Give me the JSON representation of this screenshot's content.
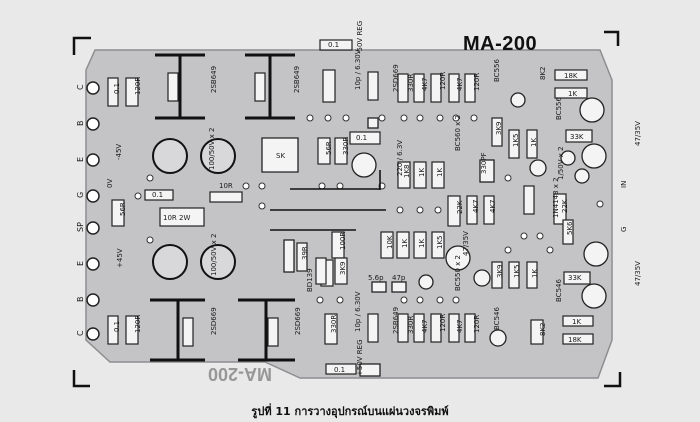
{
  "title": "MA-200",
  "caption": "รูปที่ 11 การวางอุปกรณ์บนแผ่นวงจรพิมพ์",
  "mirror_text": "MA-200",
  "terminals": [
    {
      "label": "C"
    },
    {
      "label": "B"
    },
    {
      "label": "E"
    },
    {
      "label": "G"
    },
    {
      "label": "SP"
    },
    {
      "label": "E"
    },
    {
      "label": "B"
    },
    {
      "label": "C"
    }
  ],
  "supply": {
    "neg": "-45V",
    "pos": "+45V",
    "zero": "0V"
  },
  "parts": {
    "r120_top": "120R",
    "r120_bot": "120R",
    "c01_a": "0.1",
    "c01_b": "0.1",
    "c01_c": "0.1",
    "c01_d": "0.1",
    "c01_e": "0.1",
    "c01_f": "0.1",
    "q_top_a": "2SB649",
    "q_top_b": "2SB649",
    "q_bot_a": "2SD669",
    "q_bot_b": "2SD669",
    "cap_top": "100/50V x 2",
    "cap_bot": "100/50V x 2",
    "r56": "56R",
    "r10": "10R",
    "r10_2w": "10R 2W",
    "r39": "39R",
    "r3k9": "3K9",
    "reg_top": "-50V REG",
    "reg_bot": "+50V REG",
    "q_2sd669": "2SD669",
    "q_2sb649": "2SB649",
    "c10p_top": "10p / 6.30V",
    "c10p_bot": "10p / 6.30V",
    "r330r_top": "330R",
    "r330r_bot": "330R",
    "r4k7": "4K7",
    "r120": "120R",
    "r1k": "1K",
    "r1k5": "1K5",
    "r3k3": "3K3",
    "r8k2": "8K2",
    "r18k": "18K",
    "r33k": "33K",
    "q_bc560": "BC560 x 2",
    "q_bc550": "BC550 x 2",
    "q_bc556": "BC556",
    "q_bc546": "BC546",
    "r56r": "56R",
    "r330": "330R",
    "cap220": "220 / 6.3V",
    "r1k8": "1K8",
    "r100r": "100R",
    "r10k": "10K",
    "c330p": "330PF",
    "c5p6": "5.6p",
    "c47p": "47p",
    "c47_35": "47/35V",
    "c1_50": "1/50V x 2",
    "diode": "1N4148 x 2",
    "r22k": "22K",
    "r5k6": "5K6",
    "bd139": "BD139",
    "sk": "SK",
    "in": "IN",
    "g": "G"
  }
}
